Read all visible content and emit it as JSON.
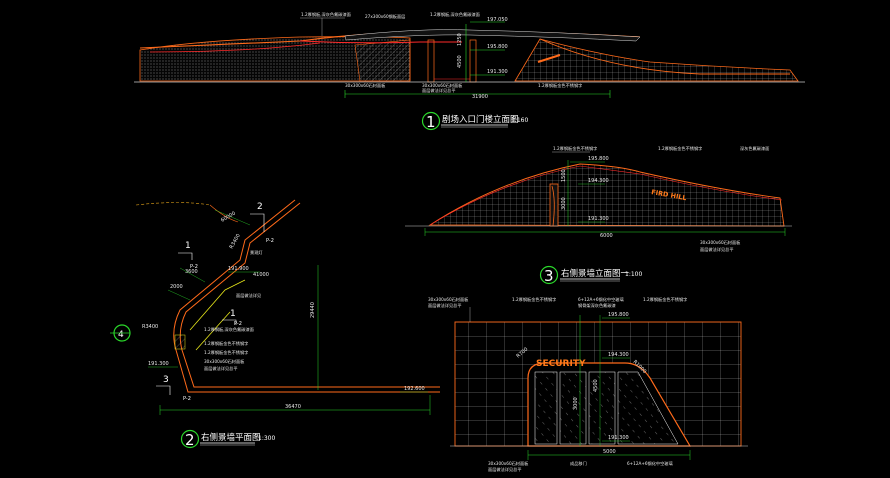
{
  "drawing1": {
    "number": "1",
    "title": "剧场入口门楼立面图",
    "scale": "1:160",
    "elev_top": "197.050",
    "elev_mid": "195.800",
    "elev_low": "191.300",
    "dim_total": "31900",
    "dim_v1": "1250",
    "dim_v2": "4500",
    "notes": {
      "top_left": "1.2厚钢板,深灰色氟碳漆面",
      "top_mid": "27x300x60钢板面层",
      "top_right": "1.2厚钢板,深灰色氟碳漆面",
      "bot_left": "30x300x60石材面板",
      "bot_mid": "30x300x60石材面板",
      "bot_mid2": "面层做法详见总平",
      "bot_right": "1.2厚钢板金色不锈钢字"
    }
  },
  "drawing2": {
    "number": "2",
    "title": "右侧景墙平面图",
    "scale": "1:300",
    "dims": {
      "d1": "60000",
      "d2": "3600",
      "d3": "2000",
      "d4": "41000",
      "d5": "29440",
      "d6": "36470",
      "d7": "191.900",
      "d8": "191.300",
      "d9": "192.600",
      "d10": "R3400",
      "d11": "R3400"
    },
    "notes": {
      "n1": "1.2厚钢板,深灰色氟碳漆面",
      "n2": "1.2厚钢板金色不锈钢字",
      "n3": "1.2厚钢板金色不锈钢字",
      "n4": "景观灯",
      "n5": "面层做法详见",
      "n6": "30x300x60石材面板",
      "n7": "面层做法详见总平"
    },
    "markers": {
      "m1": "1",
      "m1s": "P-2",
      "m2": "2",
      "m2s": "P-2",
      "m3": "3",
      "m3s": "P-2",
      "m4": "1",
      "m4s": "P-2",
      "m5": "4"
    }
  },
  "drawing3": {
    "number": "3",
    "title": "右侧景墙立面图一",
    "scale": "1:100",
    "sign": "FIRD HILL",
    "elev_top": "195.800",
    "elev_mid": "194.300",
    "elev_low": "191.300",
    "dim_v1": "1500",
    "dim_v2": "3000",
    "dim_total": "6000",
    "notes": {
      "n1": "1.2厚钢板金色不锈钢字",
      "n2": "1.2厚钢板金色不锈钢字",
      "n3": "深灰色氟碳漆面",
      "n4": "30x300x60石材面板",
      "n5": "面层做法详见总平"
    }
  },
  "drawing4": {
    "sign": "SECURITY",
    "elev_top": "195.800",
    "elev_mid": "194.300",
    "elev_low": "191.300",
    "dim_v1": "3000",
    "dim_v2": "4500",
    "dim_total": "5000",
    "dim_a": "R700",
    "dim_b": "R1000",
    "notes": {
      "n1": "30x300x60石材面板",
      "n1b": "面层做法详见总平",
      "n2": "1.2厚钢板金色不锈钢字",
      "n3": "6+12A+6钢化中空玻璃",
      "n3b": "钢骨架深灰色氟碳漆",
      "n4": "1.2厚钢板金色不锈钢字",
      "n5": "30x300x60石材面板",
      "n5b": "面层做法详见总平",
      "n6": "成品移门",
      "n7": "6+12A+6钢化中空玻璃"
    }
  },
  "colors": {
    "background": "#000000",
    "grid": "#ffffff",
    "outline": "#ff6a1a",
    "dim": "#2bd92b",
    "accent": "#ff2a2a",
    "yellow": "#e6e61a",
    "circle": "#2ad82a"
  }
}
